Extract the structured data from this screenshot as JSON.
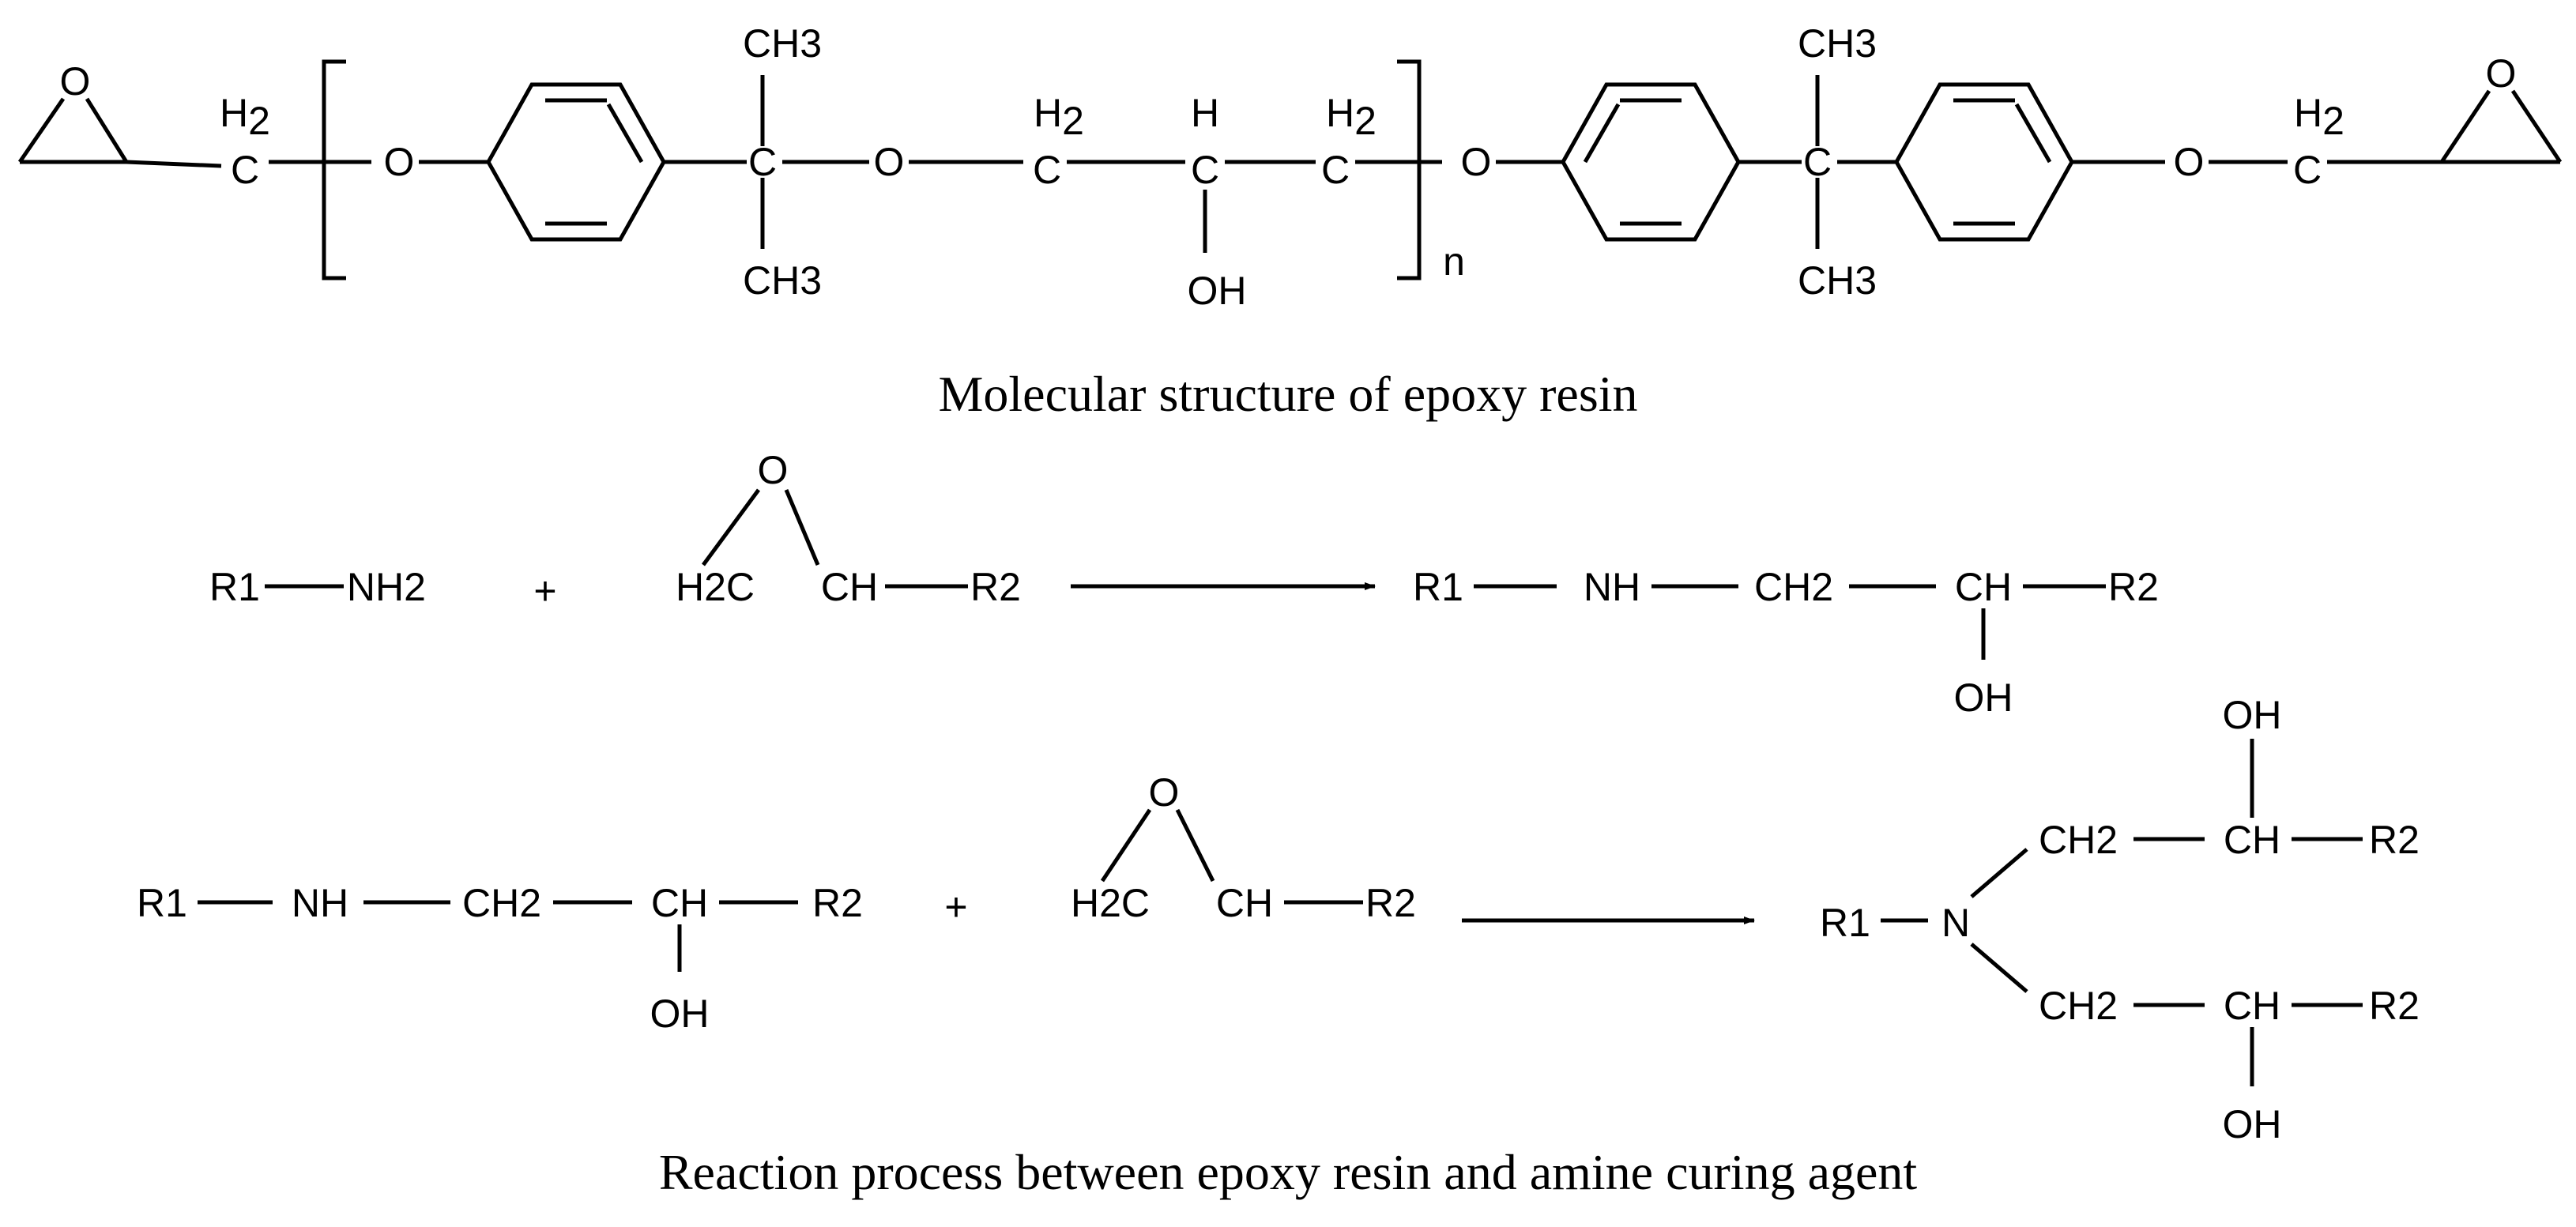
{
  "captions": {
    "epoxy_structure": "Molecular structure of epoxy resin",
    "reaction_process": "Reaction process between epoxy resin and amine curing agent"
  },
  "labels": {
    "O": "O",
    "C": "C",
    "H": "H",
    "H2": "H2",
    "CH": "CH",
    "CH3": "CH3",
    "CH2": "CH2",
    "H2C": "H2C",
    "OH": "OH",
    "n": "n",
    "plus": "+",
    "R1": "R1",
    "R2": "R2",
    "NH": "NH",
    "NH2": "NH2",
    "N": "N"
  }
}
